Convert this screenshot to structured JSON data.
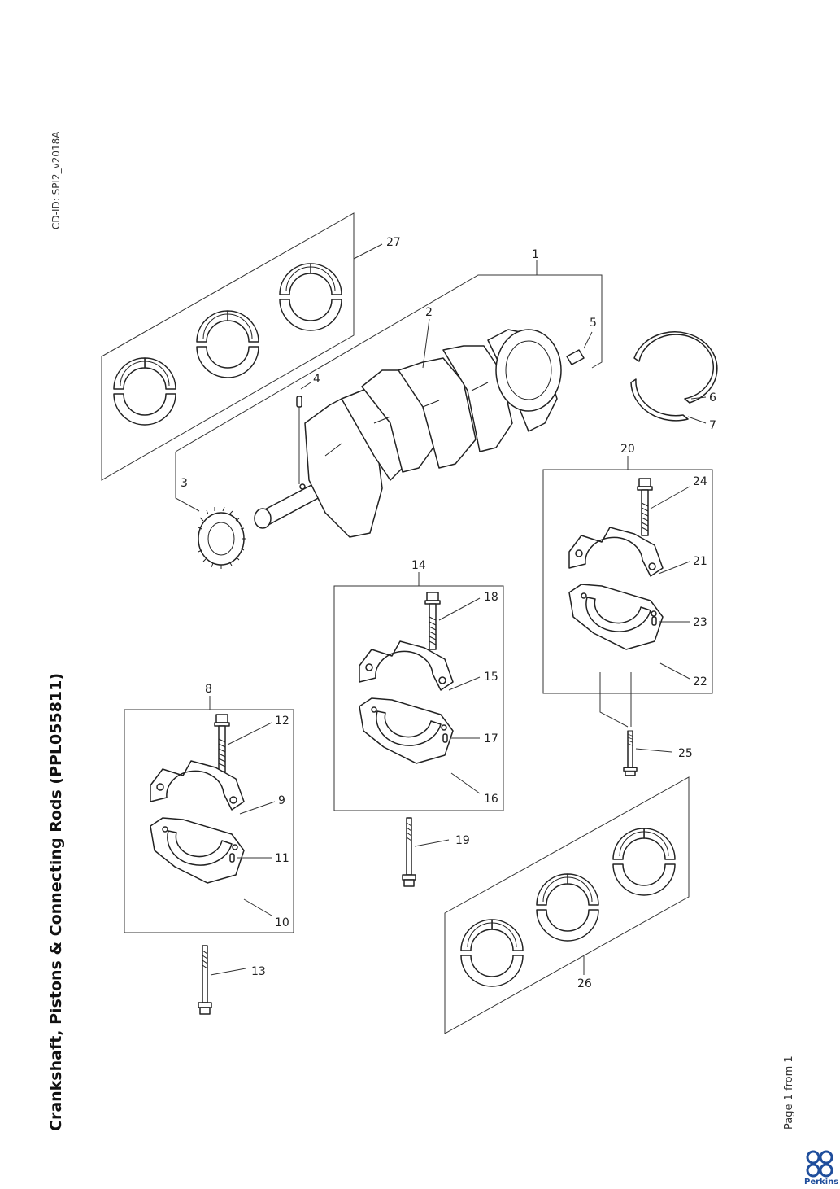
{
  "title": "Crankshaft, Pistons & Connecting Rods (PPL055811)",
  "cd_id": "CD-ID: SPI2_v2018A",
  "page_info": "Page 1 from 1",
  "brand": "Perkins",
  "brand_color": "#1f4e9c",
  "callouts": {
    "c1": "1",
    "c2": "2",
    "c3": "3",
    "c4": "4",
    "c5": "5",
    "c6": "6",
    "c7": "7",
    "c8": "8",
    "c9": "9",
    "c10": "10",
    "c11": "11",
    "c12": "12",
    "c13": "13",
    "c14": "14",
    "c15": "15",
    "c16": "16",
    "c17": "17",
    "c18": "18",
    "c19": "19",
    "c20": "20",
    "c21": "21",
    "c22": "22",
    "c23": "23",
    "c24": "24",
    "c25": "25",
    "c26": "26",
    "c27": "27"
  }
}
